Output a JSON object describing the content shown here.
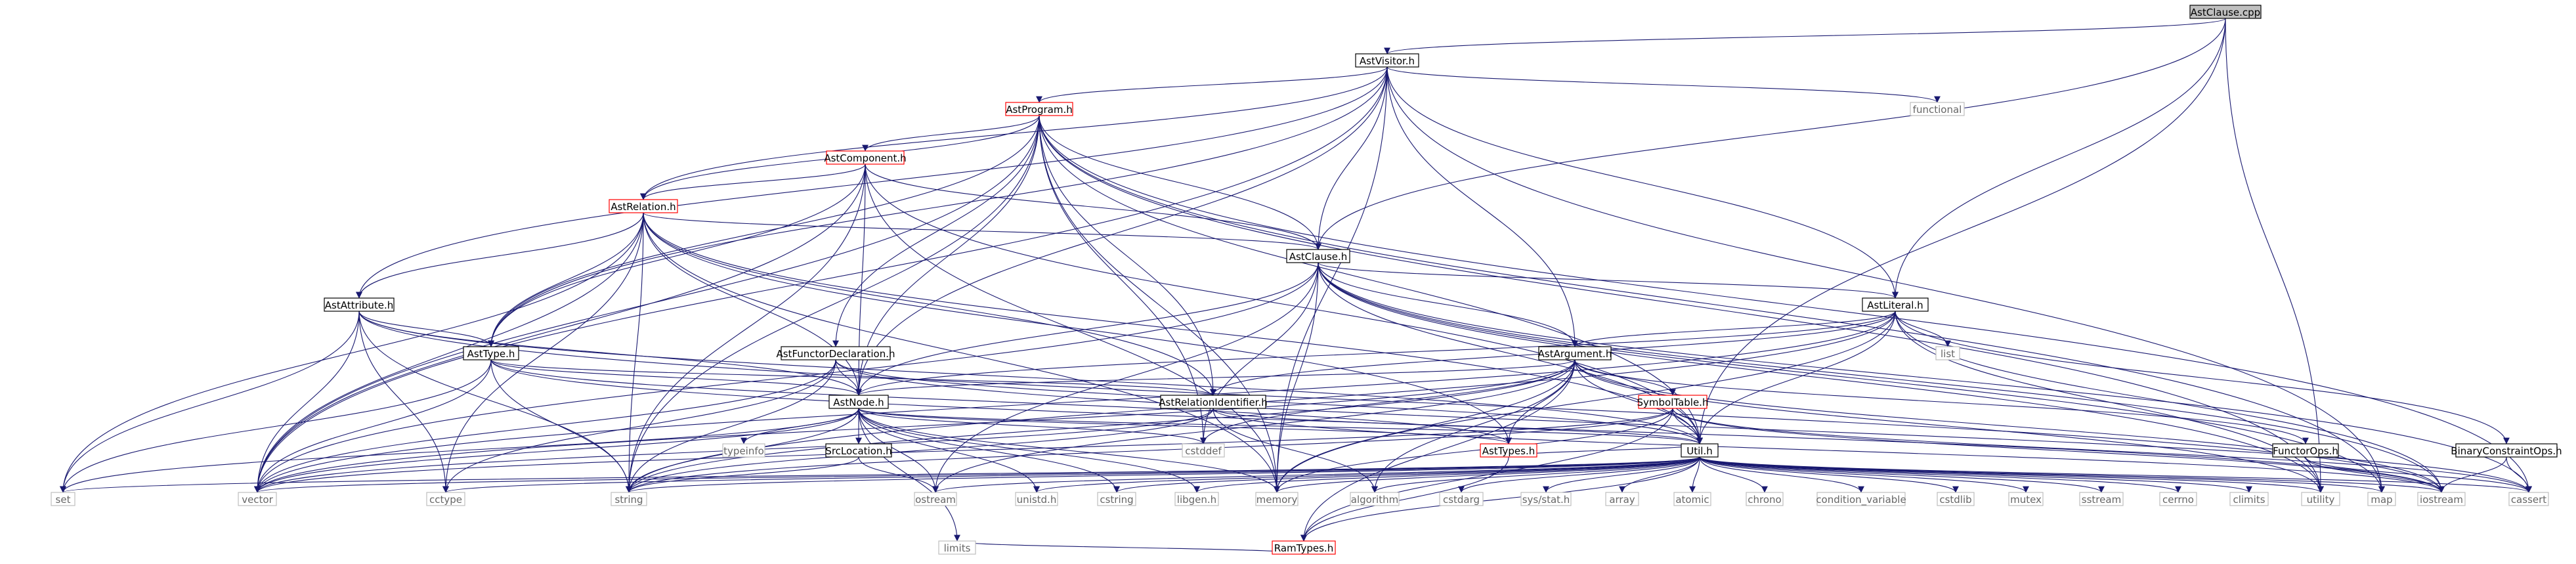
{
  "colors": {
    "edge": "#191970",
    "box_border_normal": "#000000",
    "box_border_linked": "#bfbfbf",
    "box_border_truncated": "#ff0000",
    "root_fill": "#bfbfbf",
    "text_normal": "#000000",
    "text_linked": "#666666"
  },
  "nodes": [
    {
      "id": "astclause_cpp",
      "label": "AstClause.cpp",
      "style": "root"
    },
    {
      "id": "astvisitor_h",
      "label": "AstVisitor.h",
      "style": "normal"
    },
    {
      "id": "astprogram_h",
      "label": "AstProgram.h",
      "style": "truncated"
    },
    {
      "id": "functional",
      "label": "functional",
      "style": "linked"
    },
    {
      "id": "astcomponent_h",
      "label": "AstComponent.h",
      "style": "truncated"
    },
    {
      "id": "astrelation_h",
      "label": "AstRelation.h",
      "style": "truncated"
    },
    {
      "id": "astclause_h",
      "label": "AstClause.h",
      "style": "normal"
    },
    {
      "id": "astattribute_h",
      "label": "AstAttribute.h",
      "style": "normal"
    },
    {
      "id": "astliteral_h",
      "label": "AstLiteral.h",
      "style": "normal"
    },
    {
      "id": "list",
      "label": "list",
      "style": "linked"
    },
    {
      "id": "asttype_h",
      "label": "AstType.h",
      "style": "normal"
    },
    {
      "id": "astfunctordeclaration_h",
      "label": "AstFunctorDeclaration.h",
      "style": "normal"
    },
    {
      "id": "astargument_h",
      "label": "AstArgument.h",
      "style": "normal"
    },
    {
      "id": "astnode_h",
      "label": "AstNode.h",
      "style": "normal"
    },
    {
      "id": "astrelationidentifier_h",
      "label": "AstRelationIdentifier.h",
      "style": "normal"
    },
    {
      "id": "symboltable_h",
      "label": "SymbolTable.h",
      "style": "truncated"
    },
    {
      "id": "typeinfo",
      "label": "typeinfo",
      "style": "linked"
    },
    {
      "id": "srclocation_h",
      "label": "SrcLocation.h",
      "style": "normal"
    },
    {
      "id": "cstddef",
      "label": "cstddef",
      "style": "linked"
    },
    {
      "id": "asttypes_h",
      "label": "AstTypes.h",
      "style": "truncated"
    },
    {
      "id": "util_h",
      "label": "Util.h",
      "style": "normal"
    },
    {
      "id": "functorops_h",
      "label": "FunctorOps.h",
      "style": "normal"
    },
    {
      "id": "binaryconstraintops_h",
      "label": "BinaryConstraintOps.h",
      "style": "normal"
    },
    {
      "id": "set",
      "label": "set",
      "style": "linked"
    },
    {
      "id": "vector",
      "label": "vector",
      "style": "linked"
    },
    {
      "id": "cctype",
      "label": "cctype",
      "style": "linked"
    },
    {
      "id": "string",
      "label": "string",
      "style": "linked"
    },
    {
      "id": "ostream",
      "label": "ostream",
      "style": "linked"
    },
    {
      "id": "unistd_h",
      "label": "unistd.h",
      "style": "linked"
    },
    {
      "id": "cstring",
      "label": "cstring",
      "style": "linked"
    },
    {
      "id": "libgen_h",
      "label": "libgen.h",
      "style": "linked"
    },
    {
      "id": "memory",
      "label": "memory",
      "style": "linked"
    },
    {
      "id": "ramtypes_h",
      "label": "RamTypes.h",
      "style": "truncated"
    },
    {
      "id": "algorithm",
      "label": "algorithm",
      "style": "linked"
    },
    {
      "id": "cstdarg",
      "label": "cstdarg",
      "style": "linked"
    },
    {
      "id": "sys_stat_h",
      "label": "sys/stat.h",
      "style": "linked"
    },
    {
      "id": "array",
      "label": "array",
      "style": "linked"
    },
    {
      "id": "atomic",
      "label": "atomic",
      "style": "linked"
    },
    {
      "id": "chrono",
      "label": "chrono",
      "style": "linked"
    },
    {
      "id": "condition_variable",
      "label": "condition_variable",
      "style": "linked"
    },
    {
      "id": "cstdlib",
      "label": "cstdlib",
      "style": "linked"
    },
    {
      "id": "mutex",
      "label": "mutex",
      "style": "linked"
    },
    {
      "id": "sstream",
      "label": "sstream",
      "style": "linked"
    },
    {
      "id": "cerrno",
      "label": "cerrno",
      "style": "linked"
    },
    {
      "id": "climits",
      "label": "climits",
      "style": "linked"
    },
    {
      "id": "utility",
      "label": "utility",
      "style": "linked"
    },
    {
      "id": "map",
      "label": "map",
      "style": "linked"
    },
    {
      "id": "iostream",
      "label": "iostream",
      "style": "linked"
    },
    {
      "id": "cassert",
      "label": "cassert",
      "style": "linked"
    },
    {
      "id": "limits",
      "label": "limits",
      "style": "linked"
    }
  ],
  "edges": [
    [
      "astclause_cpp",
      "astvisitor_h"
    ],
    [
      "astclause_cpp",
      "astclause_h"
    ],
    [
      "astclause_cpp",
      "astliteral_h"
    ],
    [
      "astclause_cpp",
      "util_h"
    ],
    [
      "astclause_cpp",
      "utility"
    ],
    [
      "astvisitor_h",
      "astprogram_h"
    ],
    [
      "astvisitor_h",
      "functional"
    ],
    [
      "astvisitor_h",
      "astrelation_h"
    ],
    [
      "astvisitor_h",
      "astclause_h"
    ],
    [
      "astvisitor_h",
      "astattribute_h"
    ],
    [
      "astvisitor_h",
      "astliteral_h"
    ],
    [
      "astvisitor_h",
      "asttype_h"
    ],
    [
      "astvisitor_h",
      "astargument_h"
    ],
    [
      "astvisitor_h",
      "astnode_h"
    ],
    [
      "astvisitor_h",
      "memory"
    ],
    [
      "astvisitor_h",
      "vector"
    ],
    [
      "astvisitor_h",
      "map"
    ],
    [
      "astprogram_h",
      "astcomponent_h"
    ],
    [
      "astprogram_h",
      "astrelation_h"
    ],
    [
      "astprogram_h",
      "astclause_h"
    ],
    [
      "astprogram_h",
      "asttype_h"
    ],
    [
      "astprogram_h",
      "astfunctordeclaration_h"
    ],
    [
      "astprogram_h",
      "astnode_h"
    ],
    [
      "astprogram_h",
      "astrelationidentifier_h"
    ],
    [
      "astprogram_h",
      "util_h"
    ],
    [
      "astprogram_h",
      "string"
    ],
    [
      "astprogram_h",
      "vector"
    ],
    [
      "astprogram_h",
      "memory"
    ],
    [
      "astprogram_h",
      "map"
    ],
    [
      "astprogram_h",
      "cstddef"
    ],
    [
      "astprogram_h",
      "cassert"
    ],
    [
      "astprogram_h",
      "utility"
    ],
    [
      "astcomponent_h",
      "astrelation_h"
    ],
    [
      "astcomponent_h",
      "astclause_h"
    ],
    [
      "astcomponent_h",
      "asttype_h"
    ],
    [
      "astcomponent_h",
      "astnode_h"
    ],
    [
      "astcomponent_h",
      "util_h"
    ],
    [
      "astcomponent_h",
      "vector"
    ],
    [
      "astcomponent_h",
      "memory"
    ],
    [
      "astcomponent_h",
      "string"
    ],
    [
      "astrelation_h",
      "astattribute_h"
    ],
    [
      "astrelation_h",
      "astclause_h"
    ],
    [
      "astrelation_h",
      "asttype_h"
    ],
    [
      "astrelation_h",
      "astnode_h"
    ],
    [
      "astrelation_h",
      "astrelationidentifier_h"
    ],
    [
      "astrelation_h",
      "asttypes_h"
    ],
    [
      "astrelation_h",
      "set"
    ],
    [
      "astrelation_h",
      "vector"
    ],
    [
      "astrelation_h",
      "string"
    ],
    [
      "astrelation_h",
      "memory"
    ],
    [
      "astrelation_h",
      "cctype"
    ],
    [
      "astrelation_h",
      "util_h"
    ],
    [
      "astclause_h",
      "astliteral_h"
    ],
    [
      "astclause_h",
      "astargument_h"
    ],
    [
      "astclause_h",
      "astnode_h"
    ],
    [
      "astclause_h",
      "util_h"
    ],
    [
      "astclause_h",
      "vector"
    ],
    [
      "astclause_h",
      "memory"
    ],
    [
      "astclause_h",
      "ostream"
    ],
    [
      "astclause_h",
      "cstddef"
    ],
    [
      "astclause_h",
      "utility"
    ],
    [
      "astclause_h",
      "map"
    ],
    [
      "astclause_h",
      "iostream"
    ],
    [
      "astclause_h",
      "cassert"
    ],
    [
      "astattribute_h",
      "asttype_h"
    ],
    [
      "astattribute_h",
      "astnode_h"
    ],
    [
      "astattribute_h",
      "util_h"
    ],
    [
      "astattribute_h",
      "set"
    ],
    [
      "astattribute_h",
      "vector"
    ],
    [
      "astattribute_h",
      "string"
    ],
    [
      "astattribute_h",
      "cctype"
    ],
    [
      "astattribute_h",
      "iostream"
    ],
    [
      "astliteral_h",
      "astargument_h"
    ],
    [
      "astliteral_h",
      "astnode_h"
    ],
    [
      "astliteral_h",
      "astrelationidentifier_h"
    ],
    [
      "astliteral_h",
      "binaryconstraintops_h"
    ],
    [
      "astliteral_h",
      "util_h"
    ],
    [
      "astliteral_h",
      "list"
    ],
    [
      "astliteral_h",
      "vector"
    ],
    [
      "astliteral_h",
      "string"
    ],
    [
      "astliteral_h",
      "memory"
    ],
    [
      "astliteral_h",
      "iostream"
    ],
    [
      "astliteral_h",
      "utility"
    ],
    [
      "asttype_h",
      "astnode_h"
    ],
    [
      "asttype_h",
      "astrelationidentifier_h"
    ],
    [
      "asttype_h",
      "asttypes_h"
    ],
    [
      "asttype_h",
      "set"
    ],
    [
      "asttype_h",
      "vector"
    ],
    [
      "asttype_h",
      "string"
    ],
    [
      "asttype_h",
      "iostream"
    ],
    [
      "astfunctordeclaration_h",
      "astnode_h"
    ],
    [
      "astfunctordeclaration_h",
      "util_h"
    ],
    [
      "astfunctordeclaration_h",
      "vector"
    ],
    [
      "astfunctordeclaration_h",
      "string"
    ],
    [
      "astfunctordeclaration_h",
      "cassert"
    ],
    [
      "astfunctordeclaration_h",
      "cctype"
    ],
    [
      "astargument_h",
      "astnode_h"
    ],
    [
      "astargument_h",
      "asttypes_h"
    ],
    [
      "astargument_h",
      "functorops_h"
    ],
    [
      "astargument_h",
      "symboltable_h"
    ],
    [
      "astargument_h",
      "util_h"
    ],
    [
      "astargument_h",
      "ramtypes_h"
    ],
    [
      "astargument_h",
      "cstddef"
    ],
    [
      "astargument_h",
      "memory"
    ],
    [
      "astargument_h",
      "string"
    ],
    [
      "astargument_h",
      "vector"
    ],
    [
      "astargument_h",
      "iostream"
    ],
    [
      "astargument_h",
      "utility"
    ],
    [
      "astargument_h",
      "algorithm"
    ],
    [
      "astargument_h",
      "ostream"
    ],
    [
      "astnode_h",
      "srclocation_h"
    ],
    [
      "astnode_h",
      "typeinfo"
    ],
    [
      "astnode_h",
      "asttypes_h"
    ],
    [
      "astnode_h",
      "util_h"
    ],
    [
      "astnode_h",
      "vector"
    ],
    [
      "astnode_h",
      "memory"
    ],
    [
      "astnode_h",
      "string"
    ],
    [
      "astnode_h",
      "ostream"
    ],
    [
      "astnode_h",
      "cstddef"
    ],
    [
      "astnode_h",
      "cstring"
    ],
    [
      "astnode_h",
      "libgen_h"
    ],
    [
      "astnode_h",
      "unistd_h"
    ],
    [
      "astnode_h",
      "limits"
    ],
    [
      "astnode_h",
      "set"
    ],
    [
      "astrelationidentifier_h",
      "util_h"
    ],
    [
      "astrelationidentifier_h",
      "vector"
    ],
    [
      "astrelationidentifier_h",
      "string"
    ],
    [
      "astrelationidentifier_h",
      "iostream"
    ],
    [
      "astrelationidentifier_h",
      "algorithm"
    ],
    [
      "symboltable_h",
      "util_h"
    ],
    [
      "symboltable_h",
      "ramtypes_h"
    ],
    [
      "symboltable_h",
      "iostream"
    ],
    [
      "symboltable_h",
      "string"
    ],
    [
      "symboltable_h",
      "vector"
    ],
    [
      "symboltable_h",
      "cassert"
    ],
    [
      "symboltable_h",
      "memory"
    ],
    [
      "srclocation_h",
      "string"
    ],
    [
      "srclocation_h",
      "ostream"
    ],
    [
      "asttypes_h",
      "ramtypes_h"
    ],
    [
      "asttypes_h",
      "util_h"
    ],
    [
      "util_h",
      "set"
    ],
    [
      "util_h",
      "vector"
    ],
    [
      "util_h",
      "cctype"
    ],
    [
      "util_h",
      "string"
    ],
    [
      "util_h",
      "ostream"
    ],
    [
      "util_h",
      "unistd_h"
    ],
    [
      "util_h",
      "cstring"
    ],
    [
      "util_h",
      "libgen_h"
    ],
    [
      "util_h",
      "memory"
    ],
    [
      "util_h",
      "ramtypes_h"
    ],
    [
      "util_h",
      "algorithm"
    ],
    [
      "util_h",
      "cstdarg"
    ],
    [
      "util_h",
      "sys_stat_h"
    ],
    [
      "util_h",
      "array"
    ],
    [
      "util_h",
      "atomic"
    ],
    [
      "util_h",
      "chrono"
    ],
    [
      "util_h",
      "condition_variable"
    ],
    [
      "util_h",
      "cstdlib"
    ],
    [
      "util_h",
      "mutex"
    ],
    [
      "util_h",
      "sstream"
    ],
    [
      "util_h",
      "cerrno"
    ],
    [
      "util_h",
      "climits"
    ],
    [
      "util_h",
      "utility"
    ],
    [
      "util_h",
      "map"
    ],
    [
      "util_h",
      "iostream"
    ],
    [
      "util_h",
      "cassert"
    ],
    [
      "functorops_h",
      "iostream"
    ],
    [
      "functorops_h",
      "cassert"
    ],
    [
      "binaryconstraintops_h",
      "iostream"
    ],
    [
      "binaryconstraintops_h",
      "cassert"
    ],
    [
      "ramtypes_h",
      "limits"
    ]
  ]
}
